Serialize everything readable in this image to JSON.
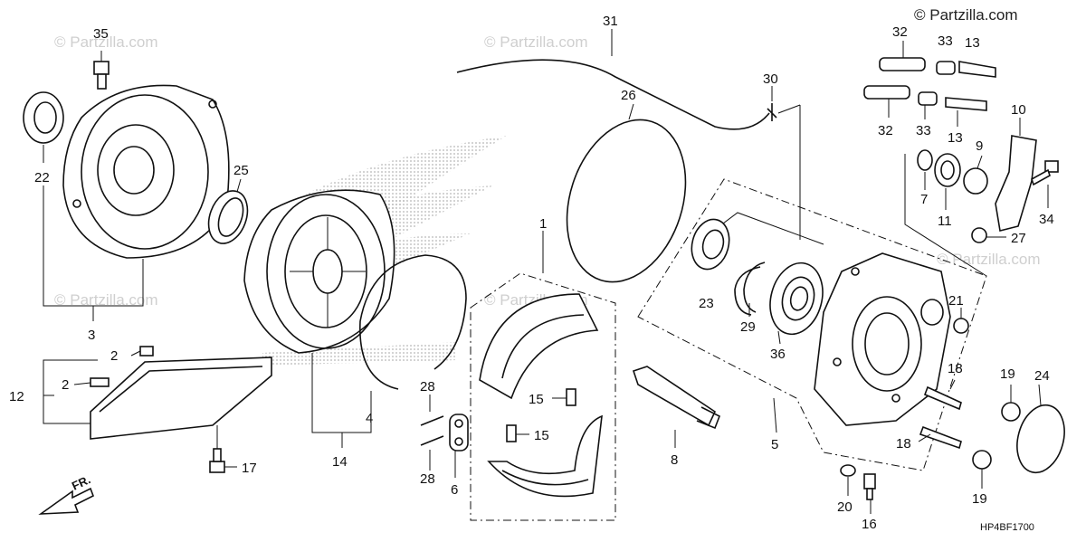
{
  "brand": "© Partzilla.com",
  "watermark": "© Partzilla.com",
  "diagram_code": "HP4BF1700",
  "direction_label": "FR.",
  "callouts": {
    "c1": "1",
    "c2a": "2",
    "c2b": "2",
    "c3": "3",
    "c4": "4",
    "c5": "5",
    "c6": "6",
    "c7": "7",
    "c8": "8",
    "c9": "9",
    "c10": "10",
    "c11": "11",
    "c12": "12",
    "c13a": "13",
    "c13b": "13",
    "c14": "14",
    "c15a": "15",
    "c15b": "15",
    "c16": "16",
    "c17": "17",
    "c18a": "18",
    "c18b": "18",
    "c19a": "19",
    "c19b": "19",
    "c20": "20",
    "c21": "21",
    "c22": "22",
    "c23": "23",
    "c24": "24",
    "c25": "25",
    "c26": "26",
    "c27": "27",
    "c28a": "28",
    "c28b": "28",
    "c29": "29",
    "c30": "30",
    "c31": "31",
    "c32a": "32",
    "c32b": "32",
    "c33a": "33",
    "c33b": "33",
    "c34": "34",
    "c35": "35",
    "c36": "36"
  }
}
